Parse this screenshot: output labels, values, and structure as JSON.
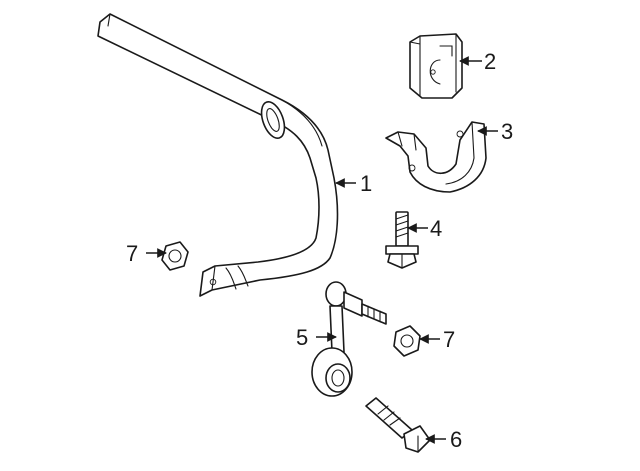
{
  "callouts": [
    {
      "id": "c1",
      "label": "1"
    },
    {
      "id": "c2",
      "label": "2"
    },
    {
      "id": "c3",
      "label": "3"
    },
    {
      "id": "c4",
      "label": "4"
    },
    {
      "id": "c5",
      "label": "5"
    },
    {
      "id": "c6",
      "label": "6"
    },
    {
      "id": "c7a",
      "label": "7"
    },
    {
      "id": "c7b",
      "label": "7"
    }
  ],
  "colors": {
    "line": "#1a1a1a",
    "background": "#ffffff"
  }
}
